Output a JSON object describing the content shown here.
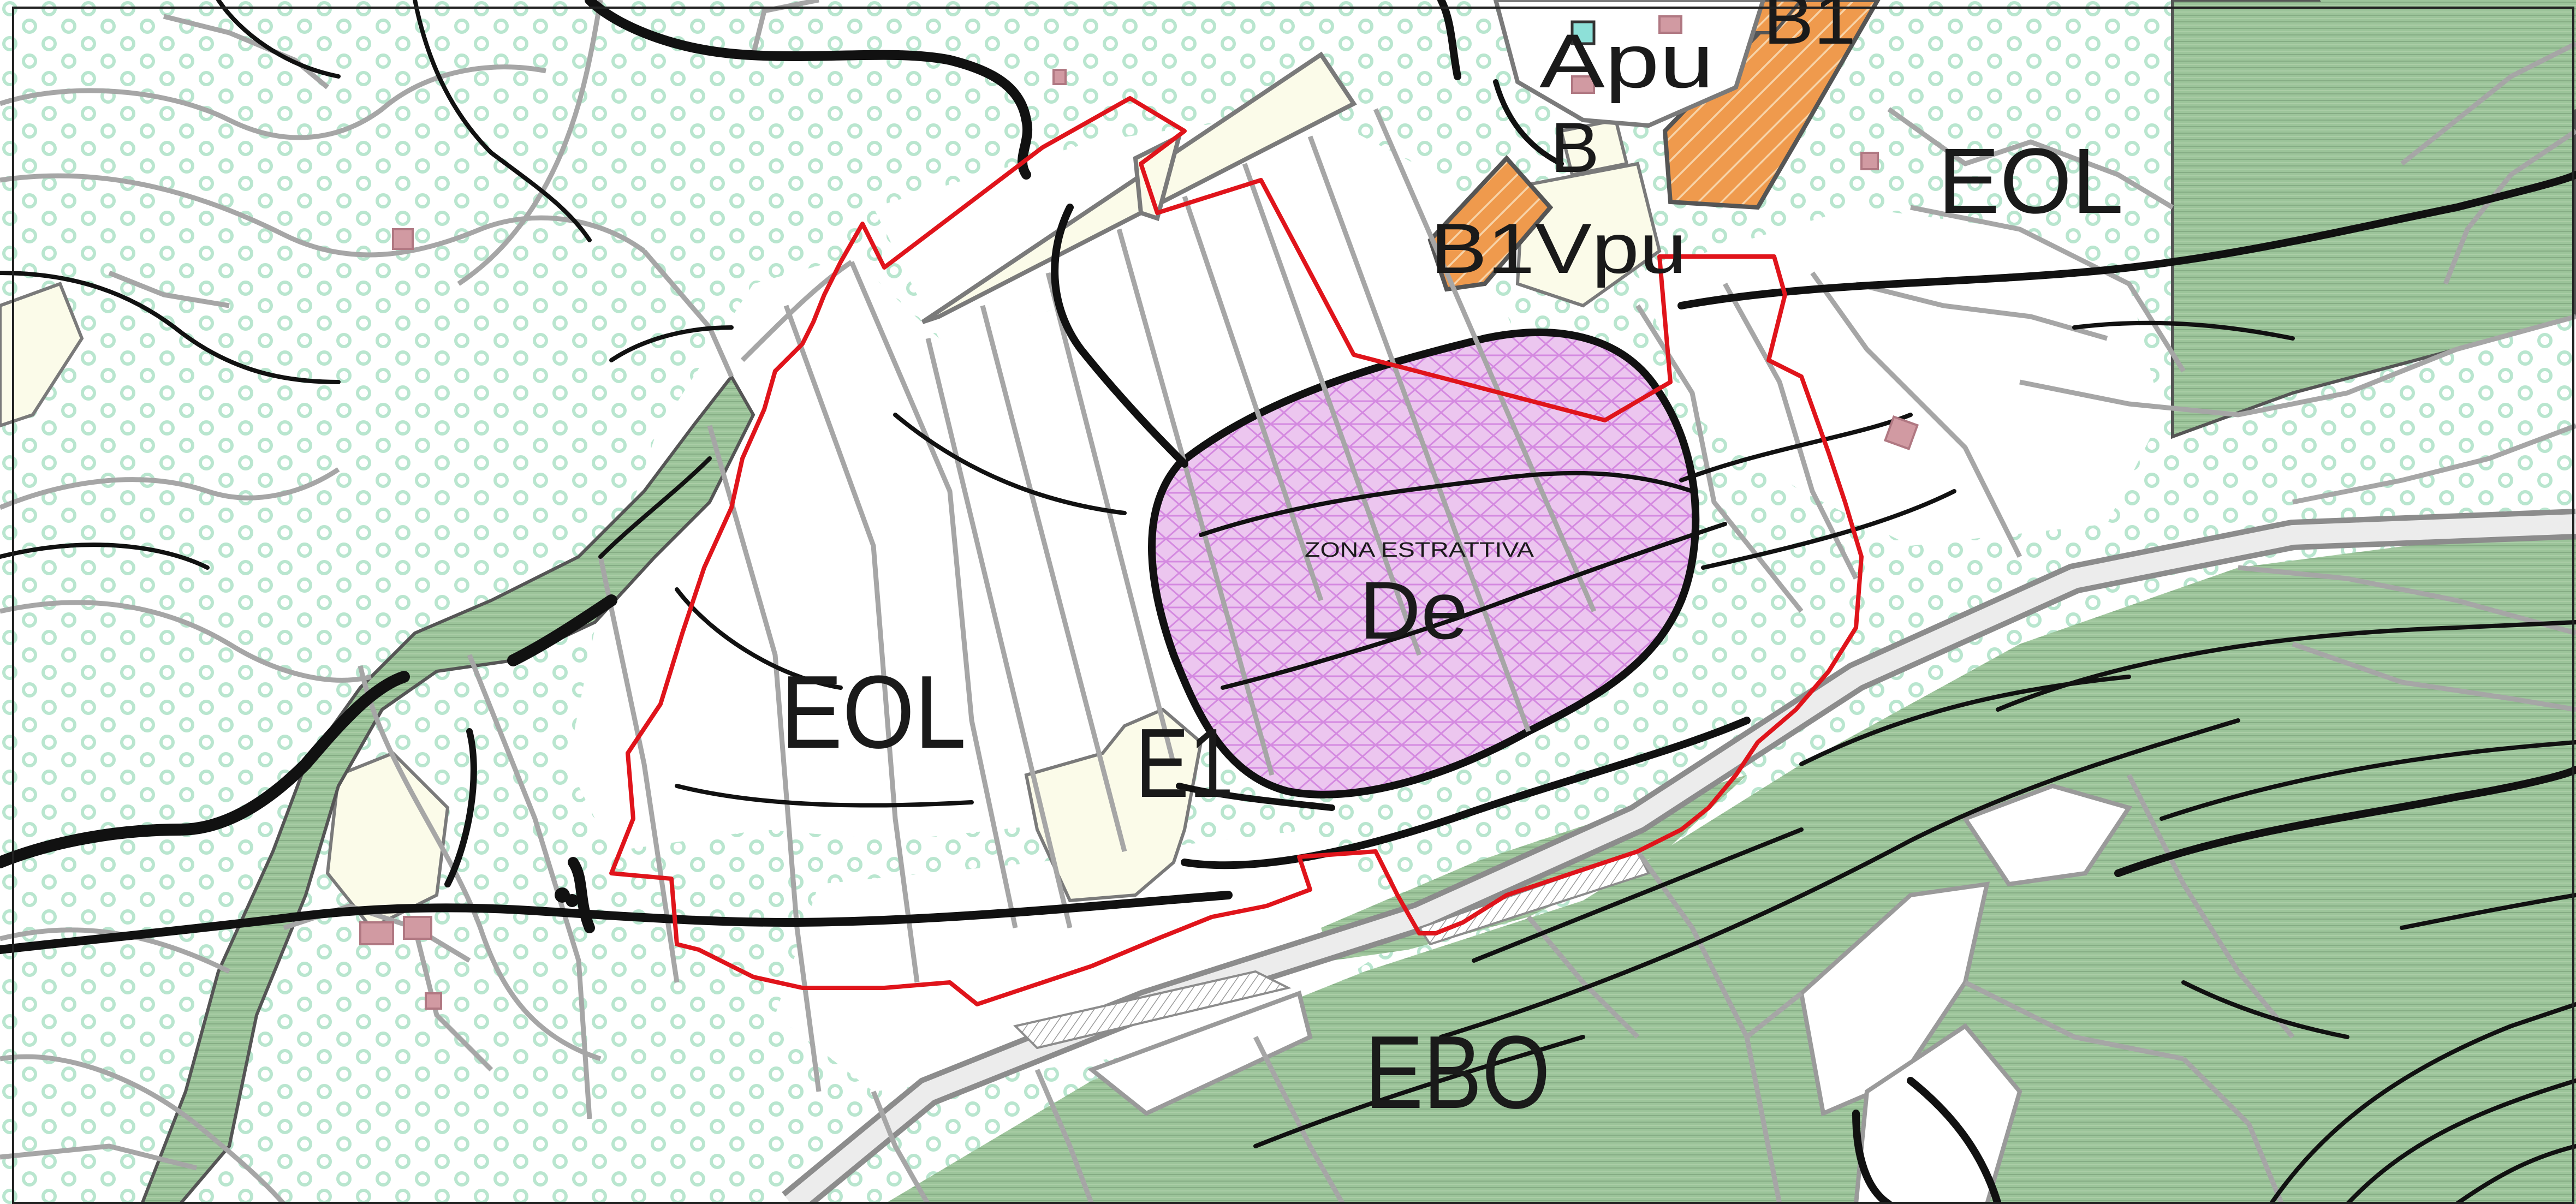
{
  "map": {
    "zones": {
      "eol_north_east": "EOL",
      "eol_center": "EOL",
      "e1": "E1",
      "de": "De",
      "de_caption": "ZONA ESTRATTIVA",
      "ebo": "EBO",
      "apu": "Apu",
      "b": "B",
      "b1vpu": "B1Vpu",
      "b1": "B1"
    },
    "colors": {
      "background": "#ffffff",
      "olive_symbol": "#b9e6cf",
      "forest_fill": "#9cc49a",
      "forest_hatch": "#86ad85",
      "extractive_fill": "#ecc6ef",
      "extractive_hatch": "#d489e0",
      "residential_fill": "#ef9a4d",
      "residential_hatch": "#f7d3a8",
      "agricultural_fill": "#fbfbe9",
      "parcel_line": "#a6a6a6",
      "contour_line": "#111111",
      "boundary_red": "#e0141b"
    },
    "icons": [
      "olive-grove-pattern",
      "forest-hatch-pattern",
      "extractive-zone-pattern",
      "residential-hatch-pattern"
    ]
  }
}
